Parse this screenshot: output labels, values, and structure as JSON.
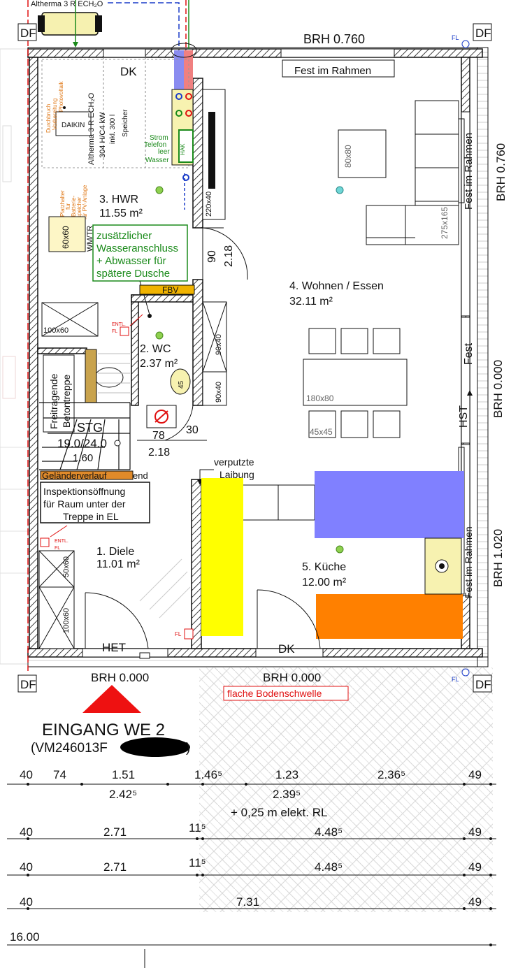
{
  "heatpump_label": "Altherma 3 R ECH₂O",
  "corner_mark": "DF",
  "fl_mark": "FL",
  "top": {
    "brh": "BRH 0.760",
    "dk_left": "DK",
    "fest_im_rahmen": "Fest im Rahmen"
  },
  "right": {
    "brh_top": "BRH 0.760",
    "fest_im_rahmen_top": "Fest im Rahmen",
    "fest": "Fest",
    "brh_mid": "BRH 0.000",
    "hst": "HST",
    "fest_im_rahmen_bottom": "Fest im Rahmen",
    "brh_bottom": "BRH 1.020"
  },
  "rooms": {
    "hwr": {
      "name": "3. HWR",
      "area": "11.55 m²"
    },
    "wc": {
      "name": "2. WC",
      "area": "2.37 m²"
    },
    "wohnen": {
      "name": "4. Wohnen / Essen",
      "area": "32.11 m²"
    },
    "diele": {
      "name": "1. Diele",
      "area": "11.01 m²"
    },
    "kueche": {
      "name": "5. Küche",
      "area": "12.00 m²"
    }
  },
  "hwr": {
    "daikin": "DAIKIN",
    "durchbruch": [
      "Durchbruch",
      "Vorbereitung",
      "Photovoltaik"
    ],
    "altherma_spec": [
      "Altherma 3 R ECH₂O",
      "304 H/C4 kW",
      "inkl. 300 l",
      "Speicher"
    ],
    "platzhalter": [
      "Platzhalter",
      "für",
      "Batterie-",
      "speicher",
      "für PV-Anlage"
    ],
    "box_60x60": "60x60",
    "wm_tr": "WM/TR",
    "box_220x40": "220x40",
    "hak": "HAK",
    "connections": [
      "Strom",
      "Telefon",
      "leer",
      "Wasser"
    ],
    "note": [
      "zusätzlicher",
      "Wasseranschluss",
      "+ Abwasser für",
      "spätere Dusche"
    ],
    "fbv": "FBV",
    "shelf_100x60": "100x60"
  },
  "door_dims": {
    "hwr_w": "90",
    "hwr_h": "2.18",
    "wc_w": "78",
    "wc_h": "2.18",
    "wc_wall": "30"
  },
  "entl": [
    "ENTL.",
    "FL"
  ],
  "wc": {
    "shelf_top": "90x40",
    "shelf_bottom": "90x40",
    "basin": "45"
  },
  "stair": {
    "label": [
      "Freitragende",
      "Betontreppe"
    ],
    "stg": "STG",
    "dims": "19.0/24.0",
    "width": "1.60",
    "rail": "Geländerverlauf",
    "rail_end": "end"
  },
  "inspection": [
    "Inspektionsöffnung",
    "für Raum unter der",
    "Treppe in EL"
  ],
  "diele": {
    "box_top": "50x60",
    "box_bottom": "100x60"
  },
  "wohnen": {
    "chair": "80x80",
    "sofa": "275x165",
    "table": "180x80",
    "stool": "45x45"
  },
  "kitchen": {
    "verputzte": "verputzte",
    "laibung": "Laibung",
    "colors": {
      "yellow": "#ffff00",
      "blue": "#8080ff",
      "orange": "#ff8000"
    }
  },
  "bottom": {
    "het": "HET",
    "dk": "DK",
    "brh_left": "BRH 0.000",
    "brh_right": "BRH 0.000",
    "schwelle": "flache Bodenschwelle",
    "entrance": "EINGANG WE 2",
    "entrance_code": "(VM246013F",
    "entrance_code_end": ")"
  },
  "dimension_rows": [
    [
      "40",
      "74",
      "1.51",
      "1.46⁵",
      "1.23",
      "2.36⁵",
      "49"
    ],
    [
      "2.42⁵",
      "2.39⁵"
    ],
    [
      "+ 0,25 m elekt. RL"
    ],
    [
      "40",
      "2.71",
      "11⁵",
      "4.48⁵",
      "49"
    ],
    [
      "40",
      "2.71",
      "11⁵",
      "4.48⁵",
      "49"
    ],
    [
      "40",
      "7.31",
      "49"
    ],
    [
      "16.00"
    ]
  ]
}
